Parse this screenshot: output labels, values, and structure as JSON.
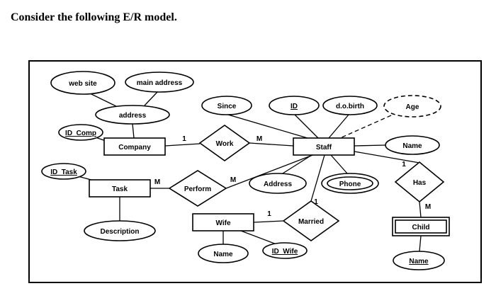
{
  "title": "Consider the following E/R model.",
  "colors": {
    "ink": "#000000",
    "background": "#ffffff"
  },
  "diagram": {
    "attributes": {
      "web_site": "web site",
      "main_address": "main address",
      "address": "address",
      "id_comp": "ID_Comp",
      "since": "Since",
      "id": "ID",
      "dob": "d.o.birth",
      "age": "Age",
      "name_staff": "Name",
      "id_task": "ID_Task",
      "address_staff": "Address",
      "phone": "Phone",
      "description": "Description",
      "name_wife": "Name",
      "id_wife": "ID_Wife",
      "name_child": "Name"
    },
    "entities": {
      "company": "Company",
      "staff": "Staff",
      "task": "Task",
      "wife": "Wife",
      "child": "Child"
    },
    "relationships": {
      "work": "Work",
      "perform": "Perform",
      "has": "Has",
      "married": "Married"
    },
    "cardinalities": {
      "company_work": "1",
      "work_staff": "M",
      "task_perform": "M",
      "perform_staff": "M",
      "staff_has": "1",
      "has_child": "M",
      "wife_married": "1",
      "married_staff": "1"
    }
  }
}
